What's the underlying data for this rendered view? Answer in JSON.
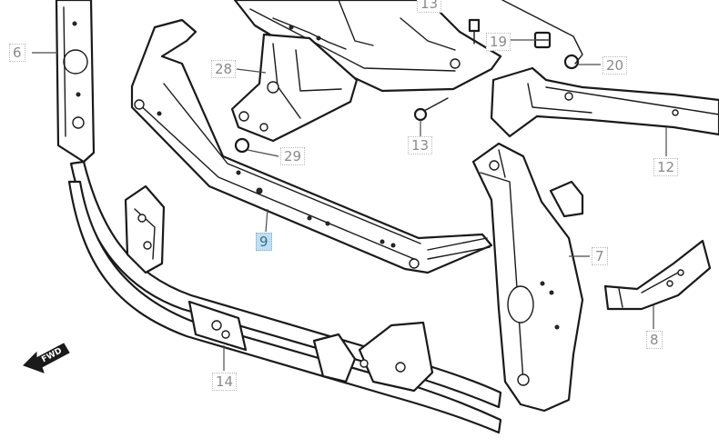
{
  "diagram": {
    "callouts": [
      {
        "id": "c6",
        "label": "6",
        "highlighted": false
      },
      {
        "id": "c28",
        "label": "28",
        "highlighted": false
      },
      {
        "id": "c29",
        "label": "29",
        "highlighted": false
      },
      {
        "id": "c9",
        "label": "9",
        "highlighted": true
      },
      {
        "id": "c13a",
        "label": "13",
        "highlighted": false
      },
      {
        "id": "c13b",
        "label": "13",
        "highlighted": false
      },
      {
        "id": "c19",
        "label": "19",
        "highlighted": false
      },
      {
        "id": "c20",
        "label": "20",
        "highlighted": false
      },
      {
        "id": "c12",
        "label": "12",
        "highlighted": false
      },
      {
        "id": "c7",
        "label": "7",
        "highlighted": false
      },
      {
        "id": "c8",
        "label": "8",
        "highlighted": false
      },
      {
        "id": "c14",
        "label": "14",
        "highlighted": false
      }
    ],
    "direction_label": "FWD",
    "highlight_color": "#bfe0f2",
    "line_color": "#1a1a1a",
    "callout_text_color": "#8a8a8a"
  }
}
